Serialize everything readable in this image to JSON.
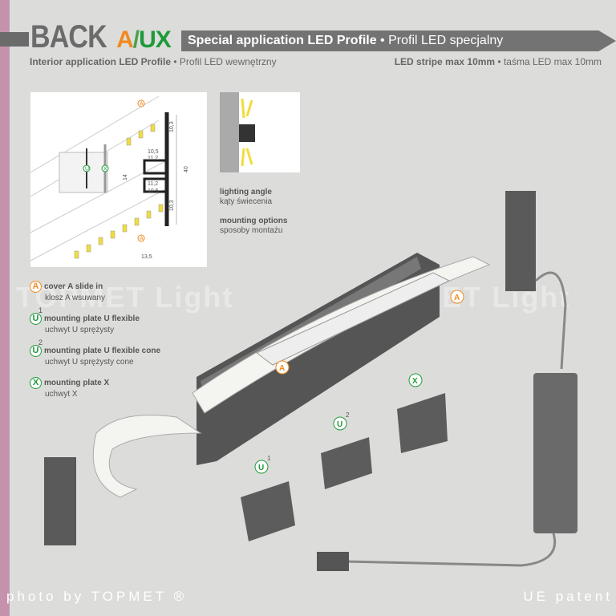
{
  "header": {
    "brand": {
      "back": "BACK",
      "a": "A",
      "slash": "/",
      "ux": "UX"
    },
    "banner_bold": "Special application LED Profile",
    "banner_sep": " • ",
    "banner_normal": "Profil LED specjalny",
    "sub_left_bold": "Interior application LED Profile",
    "sub_left_normal": " • Profil LED wewnętrzny",
    "sub_right_bold": "LED stripe max 10mm",
    "sub_right_normal": " • taśma LED max 10mm"
  },
  "drawing": {
    "dims": {
      "d1": "10,3",
      "d2": "40",
      "d3": "10,3",
      "d4": "13,5",
      "d5": "14",
      "d6": "11,2",
      "d7": "11,2",
      "d8": "10,5",
      "d9": "10,5"
    },
    "badges": {
      "a": "A",
      "u": "U",
      "x": "X"
    }
  },
  "lighting": {
    "angle_en": "lighting angle",
    "angle_pl": "kąty świecenia",
    "mount_en": "mounting options",
    "mount_pl": "sposoby montażu"
  },
  "legend": [
    {
      "icon": "A",
      "sup": "",
      "en": "cover A slide in",
      "pl": "klosz A wsuwany",
      "color": "#f08a1e"
    },
    {
      "icon": "U",
      "sup": "1",
      "en": "mounting plate U flexible",
      "pl": "uchwyt U sprężysty",
      "color": "#1f9a3a"
    },
    {
      "icon": "U",
      "sup": "2",
      "en": "mounting plate U flexible cone",
      "pl": "uchwyt U sprężysty cone",
      "color": "#1f9a3a"
    },
    {
      "icon": "X",
      "sup": "",
      "en": "mounting plate X",
      "pl": "uchwyt X",
      "color": "#1f9a3a"
    }
  ],
  "watermark": {
    "left": "TOPMET Light",
    "right": "TOPMET Light"
  },
  "illustration_labels": {
    "a1": "A",
    "a2": "A",
    "u1": "U",
    "u1_sup": "1",
    "u2": "U",
    "u2_sup": "2",
    "x": "X"
  },
  "footer": {
    "left": "photo by TOPMET ®",
    "right": "UE patent"
  }
}
